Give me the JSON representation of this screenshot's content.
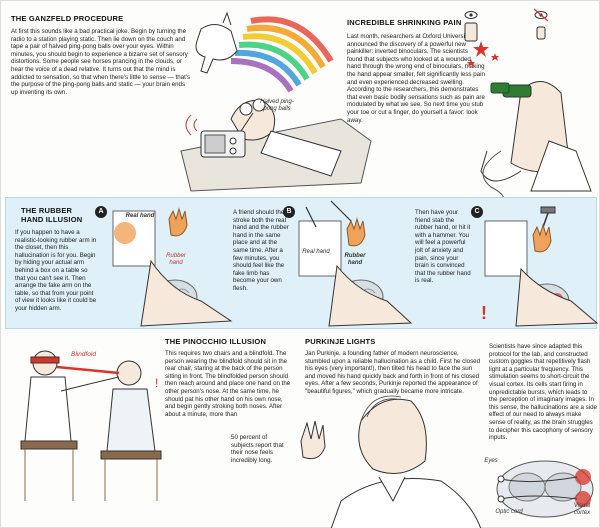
{
  "ganzfeld": {
    "title": "THE GANZFELD PROCEDURE",
    "body": "At first this sounds like a bad practical joke. Begin by turning the radio to a station playing static. Then lie down on the couch and tape a pair of halved ping-pong balls over your eyes. Within minutes, you should begin to experience a bizarre set of sensory distortions. Some people see horses prancing in the clouds, or hear the voice of a dead relative. It turns out that the mind is addicted to sensation, so that when there's little to sense — that's the purpose of the ping-pong balls and static — your brain ends up inventing its own.",
    "label_balls": "Halved ping-pong balls"
  },
  "shrinking": {
    "title": "INCREDIBLE SHRINKING PAIN",
    "body": "Last month, researchers at Oxford University announced the discovery of a powerful new painkiller: inverted binoculars. The scientists found that subjects who looked at a wounded hand through the wrong end of binoculars, making the hand appear smaller, felt significantly less pain and even experienced decreased swelling. According to the researchers, this demonstrates that even basic bodily sensations such as pain are modulated by what we see. So next time you stub your toe or cut a finger, do yourself a favor: look away."
  },
  "rubber": {
    "title": "THE RUBBER HAND ILLUSION",
    "intro": "If you happen to have a realistic-looking rubber arm in the closet, then this hallucination is for you. Begin by hiding your actual arm behind a box on a table so that you can't see it. Then arrange the fake arm on the table, so that from your point of view it looks like it could be your hidden arm.",
    "step_a": "A",
    "step_b": "B",
    "step_c": "C",
    "text_b": "A friend should then stroke both the real hand and the rubber hand in the same place and at the same time. After a few minutes, you should feel like the fake limb has become your own flesh.",
    "text_c": "Then have your friend stab the rubber hand, or hit it with a hammer. You will feel a powerful jolt of anxiety and pain, since your brain is convinced that the rubber hand is real.",
    "real_hand": "Real hand",
    "rubber_hand": "Rubber hand"
  },
  "pinocchio": {
    "title": "THE PINOCCHIO ILLUSION",
    "body1": "This requires two chairs and a blindfold. The person wearing the blindfold should sit in the rear chair, staring at the back of the person sitting in front. The blindfolded person should then reach around and place one hand on the other person's nose. At the same time, he should pat his other hand on his own nose, and begin gently stroking both noses. After about a minute, more than",
    "body2": "50 percent of subjects report that their nose feels incredibly long.",
    "label_blindfold": "Blindfold"
  },
  "purkinje": {
    "title": "PURKINJE LIGHTS",
    "body": "Jan Purkinje, a founding father of modern neuroscience, stumbled upon a reliable hallucination as a child. First he closed his eyes (very important!), then tilted his head to face the sun and moved his hand quickly back and forth in front of his closed eyes. After a few seconds, Purkinje reported the appearance of \"beautiful figures,\" which gradually became more intricate.",
    "body2": "Scientists have since adapted this protocol for the lab, and constructed custom goggles that repetitively flash light at a particular frequency. This stimulation seems to short-circuit the visual cortex. Its cells start firing in unpredictable bursts, which leads to the perception of imaginary images. In this sense, the hallucinations are a side effect of our need to always make sense of reality, as the brain struggles to decipher this cacophony of sensory inputs.",
    "label_eyes": "Eyes",
    "label_optic": "Optic cord",
    "label_visual": "Visual cortex"
  },
  "colors": {
    "box_blue": "#dff0f9",
    "accent_red": "#d9342b",
    "hand_orange": "#f0a25a"
  }
}
